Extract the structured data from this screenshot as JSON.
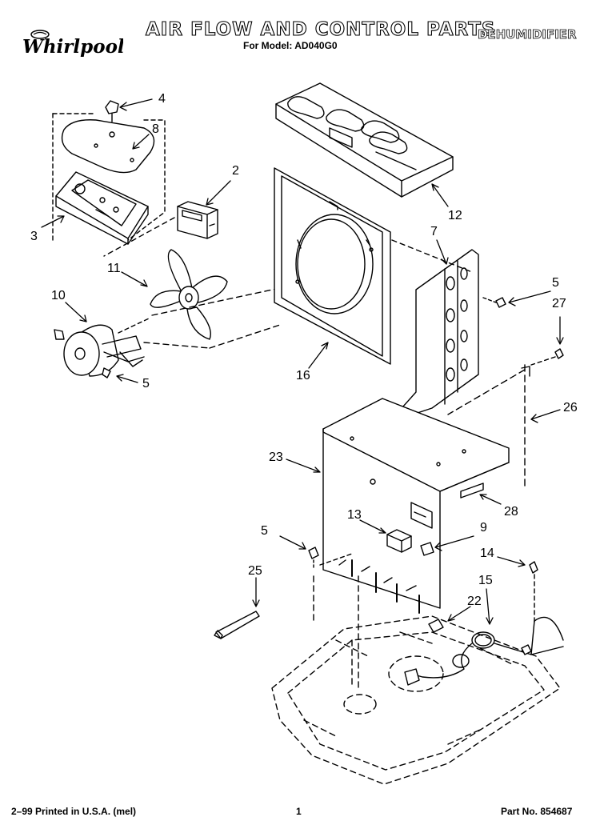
{
  "header": {
    "brand": "Whirlpool",
    "title": "AIR FLOW AND CONTROL PARTS",
    "model_line": "For Model: AD040G0",
    "category": "DEHUMIDIFIER"
  },
  "callouts": [
    {
      "id": "c4",
      "label": "4"
    },
    {
      "id": "c8",
      "label": "8"
    },
    {
      "id": "c2",
      "label": "2"
    },
    {
      "id": "c3",
      "label": "3"
    },
    {
      "id": "c11",
      "label": "11"
    },
    {
      "id": "c10",
      "label": "10"
    },
    {
      "id": "c5a",
      "label": "5"
    },
    {
      "id": "c12",
      "label": "12"
    },
    {
      "id": "c7",
      "label": "7"
    },
    {
      "id": "c5b",
      "label": "5"
    },
    {
      "id": "c27",
      "label": "27"
    },
    {
      "id": "c16",
      "label": "16"
    },
    {
      "id": "c26",
      "label": "26"
    },
    {
      "id": "c23",
      "label": "23"
    },
    {
      "id": "c28",
      "label": "28"
    },
    {
      "id": "c13",
      "label": "13"
    },
    {
      "id": "c9",
      "label": "9"
    },
    {
      "id": "c5c",
      "label": "5"
    },
    {
      "id": "c14",
      "label": "14"
    },
    {
      "id": "c25",
      "label": "25"
    },
    {
      "id": "c15",
      "label": "15"
    },
    {
      "id": "c22",
      "label": "22"
    }
  ],
  "footer": {
    "print_info": "2–99 Printed in U.S.A. (mel)",
    "page": "1",
    "part_no": "Part No. 854687"
  }
}
